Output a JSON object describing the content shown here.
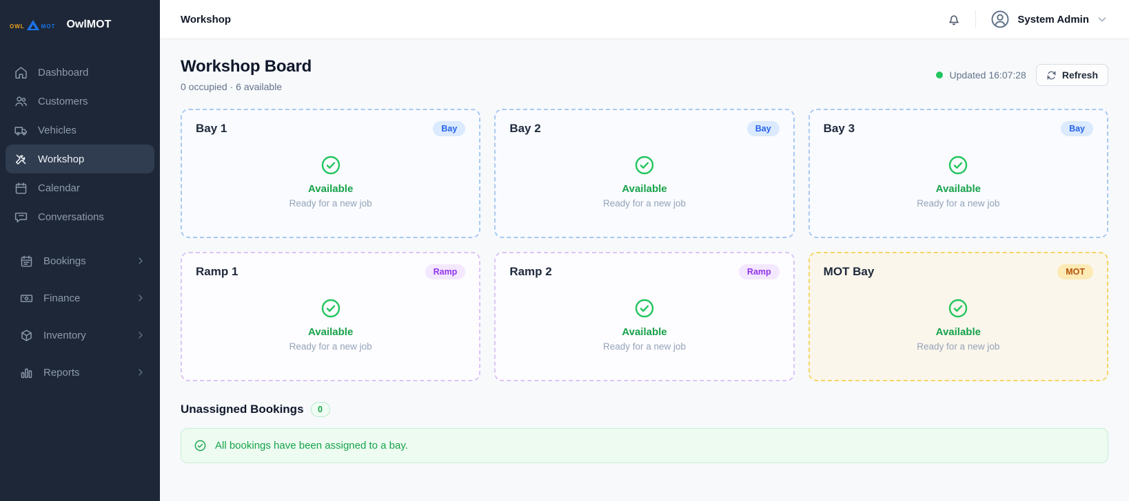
{
  "sidebar": {
    "logo_mark_left": "OWL",
    "logo_mark_right": "MOT",
    "logo_title": "OwlMOT",
    "items": [
      {
        "label": "Dashboard"
      },
      {
        "label": "Customers"
      },
      {
        "label": "Vehicles"
      },
      {
        "label": "Workshop",
        "active": true
      },
      {
        "label": "Calendar"
      },
      {
        "label": "Conversations"
      }
    ],
    "group_items": [
      {
        "label": "Bookings"
      },
      {
        "label": "Finance"
      },
      {
        "label": "Inventory"
      },
      {
        "label": "Reports"
      }
    ]
  },
  "topbar": {
    "title": "Workshop",
    "user_name": "System Admin"
  },
  "board": {
    "title": "Workshop Board",
    "summary": "0 occupied · 6 available",
    "updated": "Updated 16:07:28",
    "refresh_label": "Refresh"
  },
  "bays": [
    {
      "name": "Bay 1",
      "badge": "Bay",
      "status": "Available",
      "note": "Ready for a new job"
    },
    {
      "name": "Bay 2",
      "badge": "Bay",
      "status": "Available",
      "note": "Ready for a new job"
    },
    {
      "name": "Bay 3",
      "badge": "Bay",
      "status": "Available",
      "note": "Ready for a new job"
    },
    {
      "name": "Ramp 1",
      "badge": "Ramp",
      "status": "Available",
      "note": "Ready for a new job"
    },
    {
      "name": "Ramp 2",
      "badge": "Ramp",
      "status": "Available",
      "note": "Ready for a new job"
    },
    {
      "name": "MOT Bay",
      "badge": "MOT",
      "status": "Available",
      "note": "Ready for a new job"
    }
  ],
  "unassigned": {
    "title": "Unassigned Bookings",
    "count": "0",
    "message": "All bookings have been assigned to a bay."
  },
  "theme": {
    "sidebar_bg": "#1d2737",
    "accent_green": "#22c55e",
    "status_green_text": "#16a34a",
    "bay_badge_bg": "#dbeafe",
    "bay_badge_text": "#2563eb",
    "bay_border": "#a9c9f2",
    "ramp_badge_bg": "#f3e8ff",
    "ramp_badge_text": "#9333ea",
    "ramp_border": "#dcc5f5",
    "mot_badge_bg": "#fdeab4",
    "mot_badge_text": "#b45309",
    "mot_border": "#f6d564",
    "logo_owl_color": "#f0a11b",
    "logo_mot_color": "#1b74e8"
  }
}
